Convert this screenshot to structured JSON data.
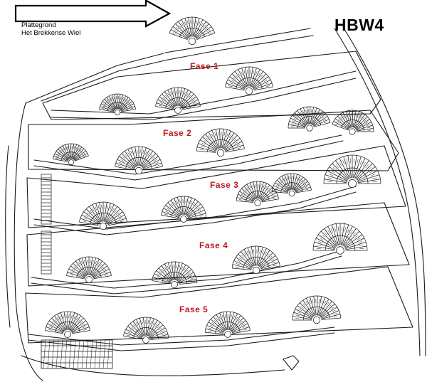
{
  "map": {
    "title_line1": "Plattegrond",
    "title_line2": "Het Brekkense Wiel",
    "code": "HBW4",
    "phases": [
      "Fase 1",
      "Fase 2",
      "Fase 3",
      "Fase 4",
      "Fase 5"
    ],
    "colors": {
      "line": "#1a1a1a",
      "phase_label": "#c0161d",
      "background": "#ffffff"
    },
    "icons": [
      "arrow-right-outline-icon"
    ]
  }
}
